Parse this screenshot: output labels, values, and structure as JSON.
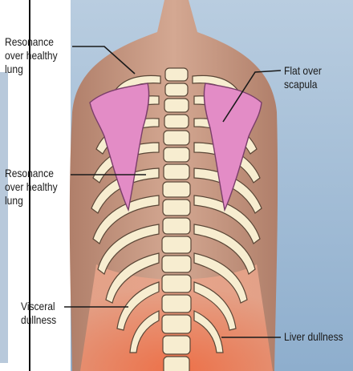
{
  "labels": {
    "resonance_upper": [
      "Resonance",
      "over healthy",
      "lung"
    ],
    "resonance_mid": [
      "Resonance",
      "over healthy",
      "lung"
    ],
    "visceral_dullness": [
      "Visceral",
      "dullness"
    ],
    "flat_over_scapula": [
      "Flat over",
      "scapula"
    ],
    "liver_dullness": "Liver dullness"
  },
  "colors": {
    "skin": "#c89a86",
    "rib": "#f7edd0",
    "rib_outline": "#5a4636",
    "scapula": "#e38cc6",
    "dullness": "#f2764e",
    "background": "#9db8d4"
  }
}
